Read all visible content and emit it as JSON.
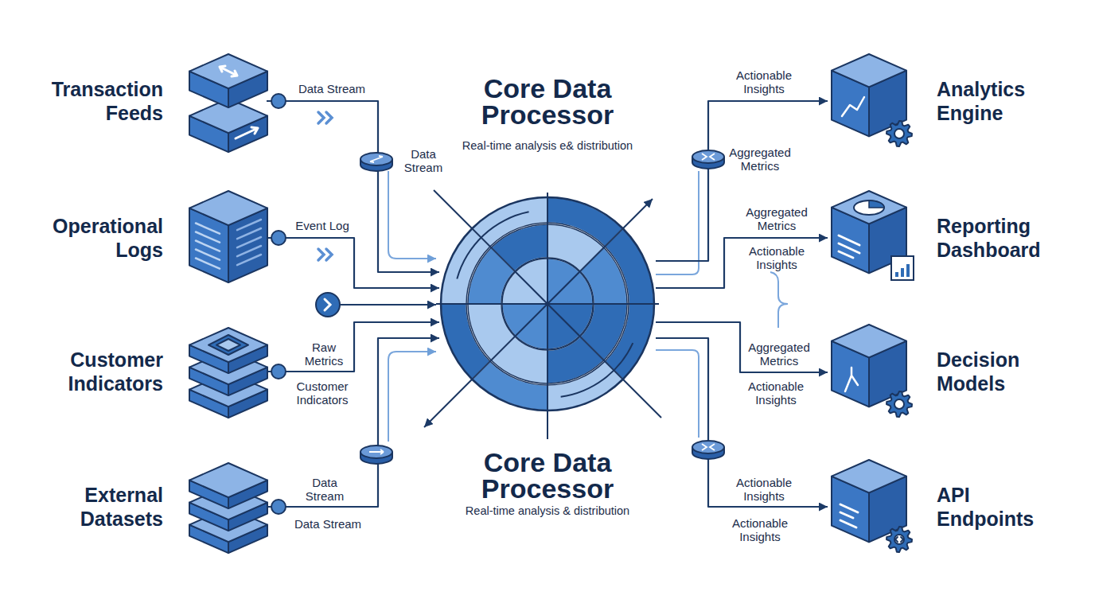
{
  "diagram": {
    "nodes": [
      {
        "text": [
          "Transaction Feeds"
        ]
      },
      {
        "text": [
          "Operational Logs"
        ]
      },
      {
        "text": [
          "Customer Indicators"
        ]
      },
      {
        "text": [
          "External Datasets"
        ]
      },
      {
        "text": [
          "Core Data Processor",
          "Real-time analysis e& distribution",
          "Core Data Processor",
          "Real-time analysis & distribution"
        ]
      },
      {
        "text": [
          "Analytics Engine"
        ]
      },
      {
        "text": [
          "Reporting Dashboard"
        ]
      },
      {
        "text": [
          "Decision Models"
        ]
      },
      {
        "text": [
          "API Endpoints"
        ]
      }
    ],
    "edges": [
      {
        "from": 0,
        "to": 4,
        "label": "Data Stream",
        "arrow": "to"
      },
      {
        "from": 1,
        "to": 4,
        "label": "Event Log",
        "arrow": "to"
      },
      {
        "from": 2,
        "to": 4,
        "label": "Raw Metrics",
        "arrow": "to"
      },
      {
        "from": 3,
        "to": 4,
        "label": "Data Stream",
        "arrow": "to"
      },
      {
        "from": 4,
        "to": 5,
        "label": "Actionable Insights",
        "arrow": "to"
      },
      {
        "from": 4,
        "to": 6,
        "label": "Aggregated Metrics",
        "arrow": "to"
      },
      {
        "from": 4,
        "to": 7,
        "label": "Aggregated Metrics",
        "arrow": "to"
      },
      {
        "from": 4,
        "to": 8,
        "label": "Actionable Insights",
        "arrow": "to"
      }
    ],
    "labels": [
      "Data Stream",
      "Customer Indicators",
      "Data Stream",
      "Aggregated Metrics",
      "Actionable Insights",
      "Actionable Insights",
      "Actionable Insights"
    ]
  }
}
